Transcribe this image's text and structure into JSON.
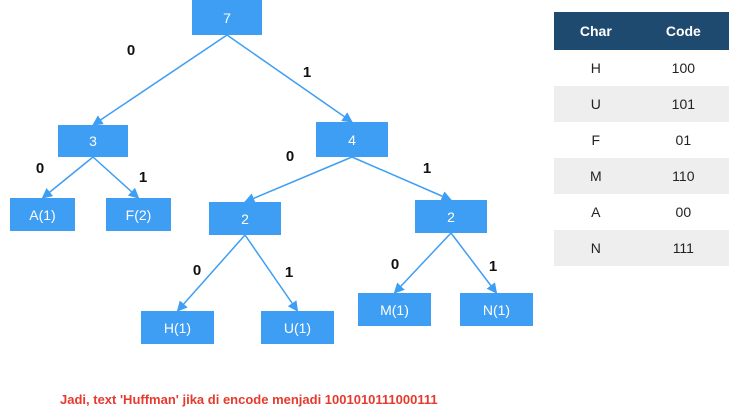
{
  "tree": {
    "nodes": [
      {
        "id": "root",
        "label": "7"
      },
      {
        "id": "n3",
        "label": "3"
      },
      {
        "id": "n4",
        "label": "4"
      },
      {
        "id": "A",
        "label": "A(1)"
      },
      {
        "id": "F",
        "label": "F(2)"
      },
      {
        "id": "n2l",
        "label": "2"
      },
      {
        "id": "n2r",
        "label": "2"
      },
      {
        "id": "H",
        "label": "H(1)"
      },
      {
        "id": "U",
        "label": "U(1)"
      },
      {
        "id": "M",
        "label": "M(1)"
      },
      {
        "id": "N",
        "label": "N(1)"
      }
    ],
    "edges": [
      {
        "from": "root",
        "to": "n3",
        "bit": "0"
      },
      {
        "from": "root",
        "to": "n4",
        "bit": "1"
      },
      {
        "from": "n3",
        "to": "A",
        "bit": "0"
      },
      {
        "from": "n3",
        "to": "F",
        "bit": "1"
      },
      {
        "from": "n4",
        "to": "n2l",
        "bit": "0"
      },
      {
        "from": "n4",
        "to": "n2r",
        "bit": "1"
      },
      {
        "from": "n2l",
        "to": "H",
        "bit": "0"
      },
      {
        "from": "n2l",
        "to": "U",
        "bit": "1"
      },
      {
        "from": "n2r",
        "to": "M",
        "bit": "0"
      },
      {
        "from": "n2r",
        "to": "N",
        "bit": "1"
      }
    ]
  },
  "code_table": {
    "headers": {
      "char": "Char",
      "code": "Code"
    },
    "rows": [
      {
        "char": "H",
        "code": "100"
      },
      {
        "char": "U",
        "code": "101"
      },
      {
        "char": "F",
        "code": "01"
      },
      {
        "char": "M",
        "code": "110"
      },
      {
        "char": "A",
        "code": "00"
      },
      {
        "char": "N",
        "code": "111"
      }
    ]
  },
  "caption": "Jadi, text 'Huffman' jika di encode menjadi 1001010111000111",
  "colors": {
    "node": "#3e9ef3",
    "edge": "#3e9ef3",
    "table_header": "#1f4a70",
    "caption": "#e63a2e"
  }
}
